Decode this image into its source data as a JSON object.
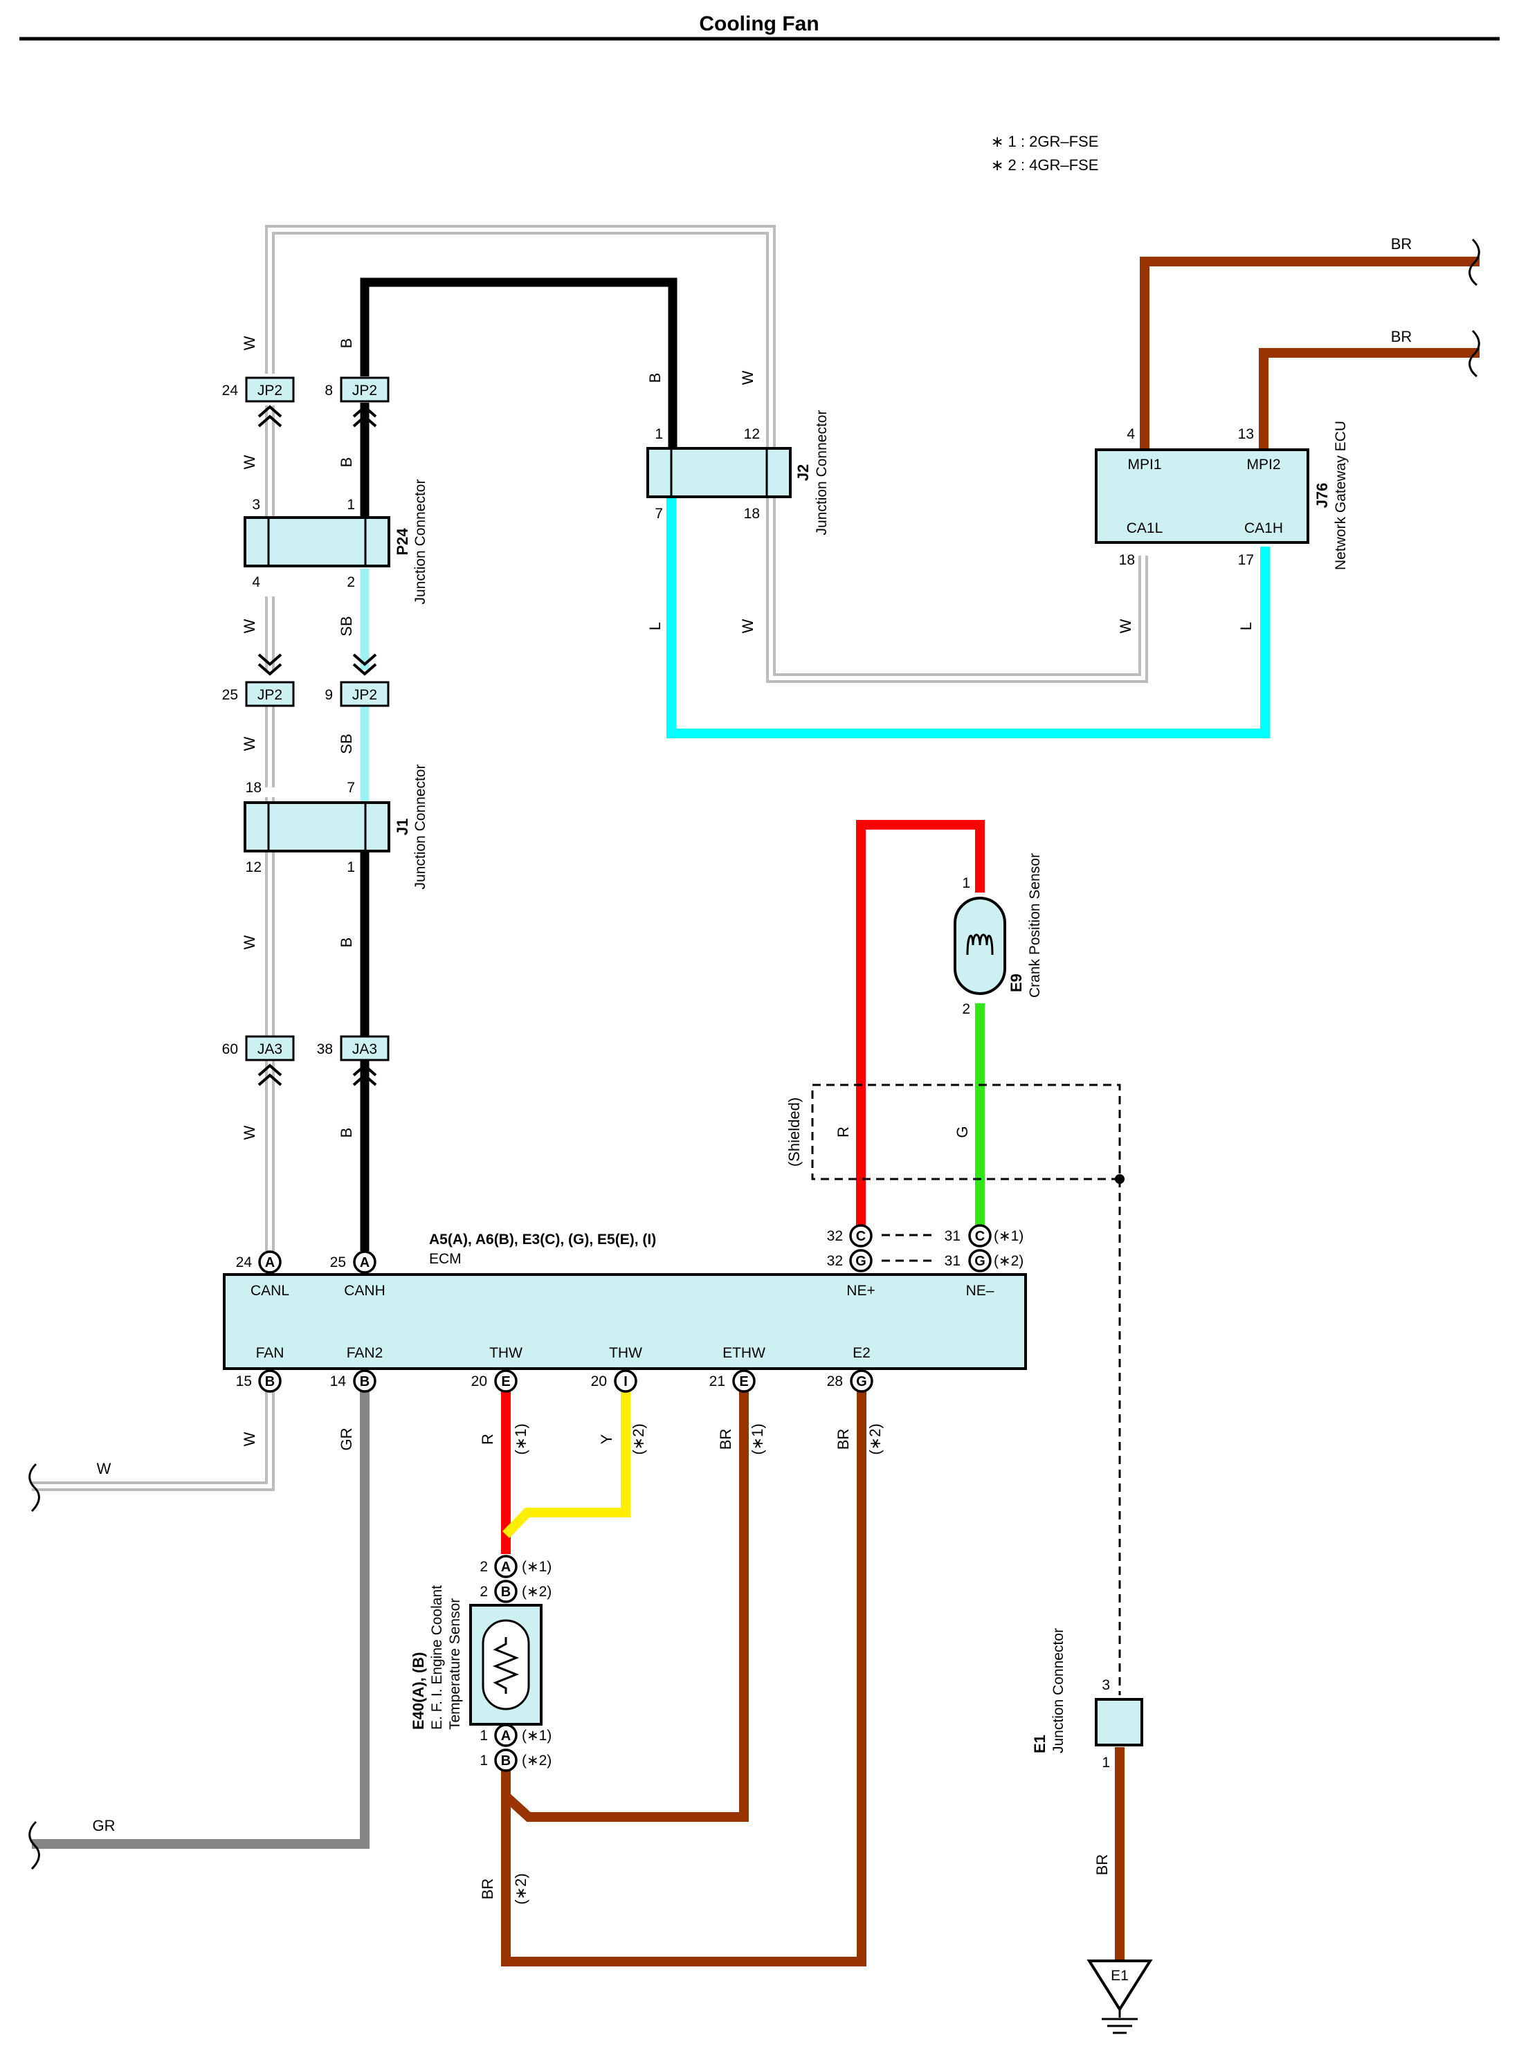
{
  "title": "Cooling Fan",
  "notes": [
    "∗ 1 : 2GR–FSE",
    "∗ 2 : 4GR–FSE"
  ],
  "colors": {
    "B": "#000000",
    "W": "#bcbcbc",
    "L": "#00ffff",
    "SB": "#9ff2f2",
    "R": "#ff0000",
    "G": "#33e61a",
    "Y": "#ffee00",
    "BR": "#993300",
    "GR": "#858585",
    "component": "#cdf0f2"
  },
  "wire_labels": {
    "w": "W",
    "b": "B",
    "sb": "SB",
    "l": "L",
    "r": "R",
    "g": "G",
    "y": "Y",
    "br": "BR",
    "gr": "GR"
  },
  "connectors": {
    "jp2_a": {
      "id": "JP2",
      "pin": "24"
    },
    "jp2_b": {
      "id": "JP2",
      "pin": "8"
    },
    "jp2_c": {
      "id": "JP2",
      "pin": "25"
    },
    "jp2_d": {
      "id": "JP2",
      "pin": "9"
    },
    "ja3_a": {
      "id": "JA3",
      "pin": "60"
    },
    "ja3_b": {
      "id": "JA3",
      "pin": "38"
    }
  },
  "p24": {
    "id": "P24",
    "name": "Junction Connector",
    "pins": [
      "3",
      "1",
      "4",
      "2"
    ]
  },
  "j1": {
    "id": "J1",
    "name": "Junction Connector",
    "pins": [
      "18",
      "7",
      "12",
      "1"
    ]
  },
  "j2": {
    "id": "J2",
    "name": "Junction Connector",
    "pins": [
      "1",
      "12",
      "7",
      "18"
    ]
  },
  "j76": {
    "id": "J76",
    "name": "Network Gateway ECU",
    "terminals": [
      "MPI1",
      "MPI2",
      "CA1L",
      "CA1H"
    ],
    "pins": [
      "4",
      "13",
      "18",
      "17"
    ]
  },
  "e9": {
    "id": "E9",
    "name": "Crank Position Sensor",
    "pins": [
      "1",
      "2"
    ]
  },
  "shield_label": "(Shielded)",
  "ecm": {
    "name": "ECM",
    "connectors": "A5(A), A6(B), E3(C), (G), E5(E), (I)",
    "top_terminals": [
      {
        "pin": "24",
        "conn": "A",
        "label": "CANL"
      },
      {
        "pin": "25",
        "conn": "A",
        "label": "CANH"
      }
    ],
    "ne_terminals": [
      {
        "pin": "32",
        "conn": "C",
        "pin2": "31",
        "conn2": "C",
        "note": "(∗1)"
      },
      {
        "pin": "32",
        "conn": "G",
        "pin2": "31",
        "conn2": "G",
        "note": "(∗2)"
      }
    ],
    "ne_labels": [
      "NE+",
      "NE–"
    ],
    "bottom_terminals": [
      {
        "pin": "15",
        "conn": "B",
        "label": "FAN"
      },
      {
        "pin": "14",
        "conn": "B",
        "label": "FAN2"
      },
      {
        "pin": "20",
        "conn": "E",
        "label": "THW"
      },
      {
        "pin": "20",
        "conn": "I",
        "label": "THW"
      },
      {
        "pin": "21",
        "conn": "E",
        "label": "ETHW"
      },
      {
        "pin": "28",
        "conn": "G",
        "label": "E2"
      }
    ]
  },
  "e40": {
    "id": "E40(A), (B)",
    "name_line1": "E. F. I. Engine Coolant",
    "name_line2": "Temperature Sensor",
    "top_pins": [
      {
        "pin": "2",
        "conn": "A",
        "note": "(∗1)"
      },
      {
        "pin": "2",
        "conn": "B",
        "note": "(∗2)"
      }
    ],
    "bottom_pins": [
      {
        "pin": "1",
        "conn": "A",
        "note": "(∗1)"
      },
      {
        "pin": "1",
        "conn": "B",
        "note": "(∗2)"
      }
    ]
  },
  "e1_junction": {
    "id": "E1",
    "name": "Junction Connector",
    "pins": [
      "3",
      "1"
    ]
  },
  "ground": {
    "id": "E1"
  },
  "variant_notes": {
    "n1": "(∗1)",
    "n2": "(∗2)"
  }
}
